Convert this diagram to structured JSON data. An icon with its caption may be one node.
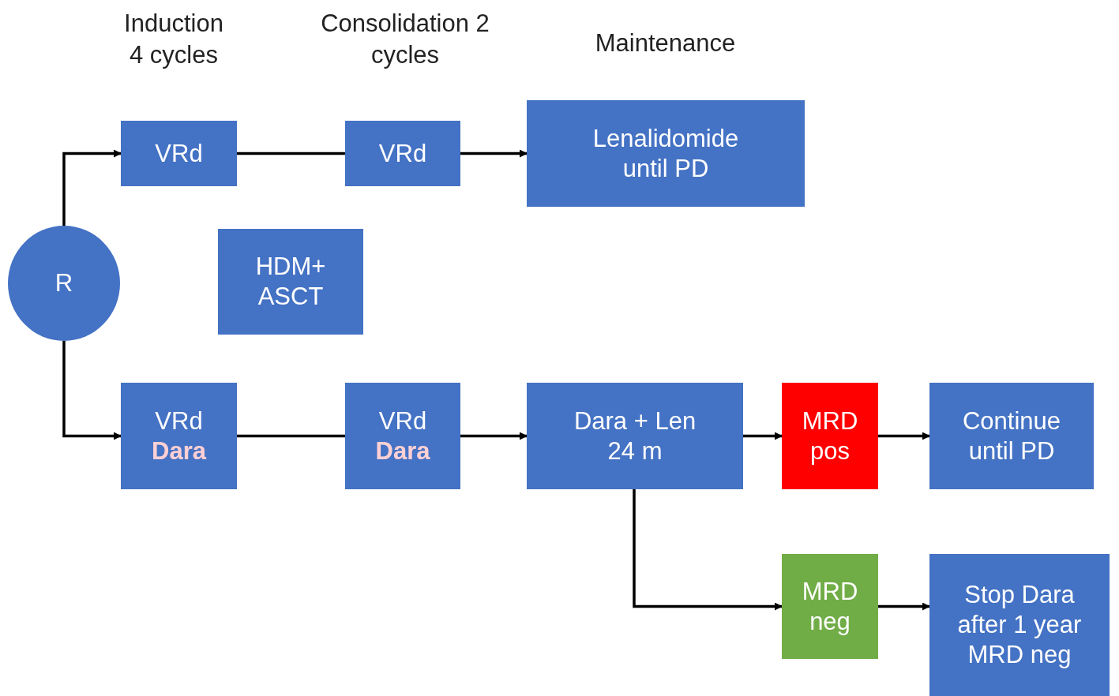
{
  "diagram": {
    "nodes": [
      {
        "text": [
          "R"
        ]
      },
      {
        "text": [
          "VRd"
        ]
      },
      {
        "text": [
          "VRd"
        ]
      },
      {
        "text": [
          "Lenalidomide until PD"
        ]
      },
      {
        "text": [
          "HDM+ ASCT"
        ]
      },
      {
        "text": [
          "VRd",
          "Dara"
        ]
      },
      {
        "text": [
          "VRd",
          "Dara"
        ]
      },
      {
        "text": [
          "Dara + Len",
          "24 m"
        ]
      },
      {
        "text": [
          "MRD pos"
        ]
      },
      {
        "text": [
          "Continue until PD"
        ]
      },
      {
        "text": [
          "MRD neg"
        ]
      },
      {
        "text": [
          "Stop Dara after 1 year MRD neg"
        ]
      }
    ],
    "edges": [
      {
        "from": 0,
        "to": 1,
        "arrow": "to"
      },
      {
        "from": 1,
        "to": 2,
        "arrow": "none"
      },
      {
        "from": 2,
        "to": 3,
        "arrow": "to"
      },
      {
        "from": 0,
        "to": 5,
        "arrow": "to"
      },
      {
        "from": 5,
        "to": 6,
        "arrow": "none"
      },
      {
        "from": 6,
        "to": 7,
        "arrow": "to"
      },
      {
        "from": 7,
        "to": 8,
        "arrow": "to"
      },
      {
        "from": 8,
        "to": 9,
        "arrow": "to"
      },
      {
        "from": 7,
        "to": 10,
        "arrow": "to"
      },
      {
        "from": 10,
        "to": 11,
        "arrow": "to"
      }
    ],
    "labels": [
      "Induction 4 cycles",
      "Consolidation 2 cycles",
      "Maintenance"
    ]
  }
}
